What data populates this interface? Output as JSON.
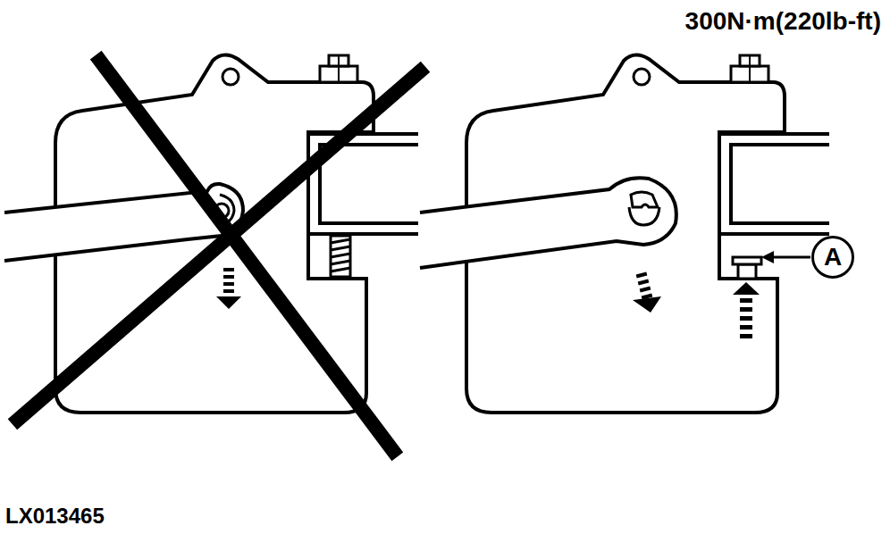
{
  "diagram": {
    "nodes": [
      {
        "text": [
          "A"
        ]
      }
    ],
    "labels": [
      "300N·m(220lb-ft)",
      "LX013465"
    ]
  }
}
